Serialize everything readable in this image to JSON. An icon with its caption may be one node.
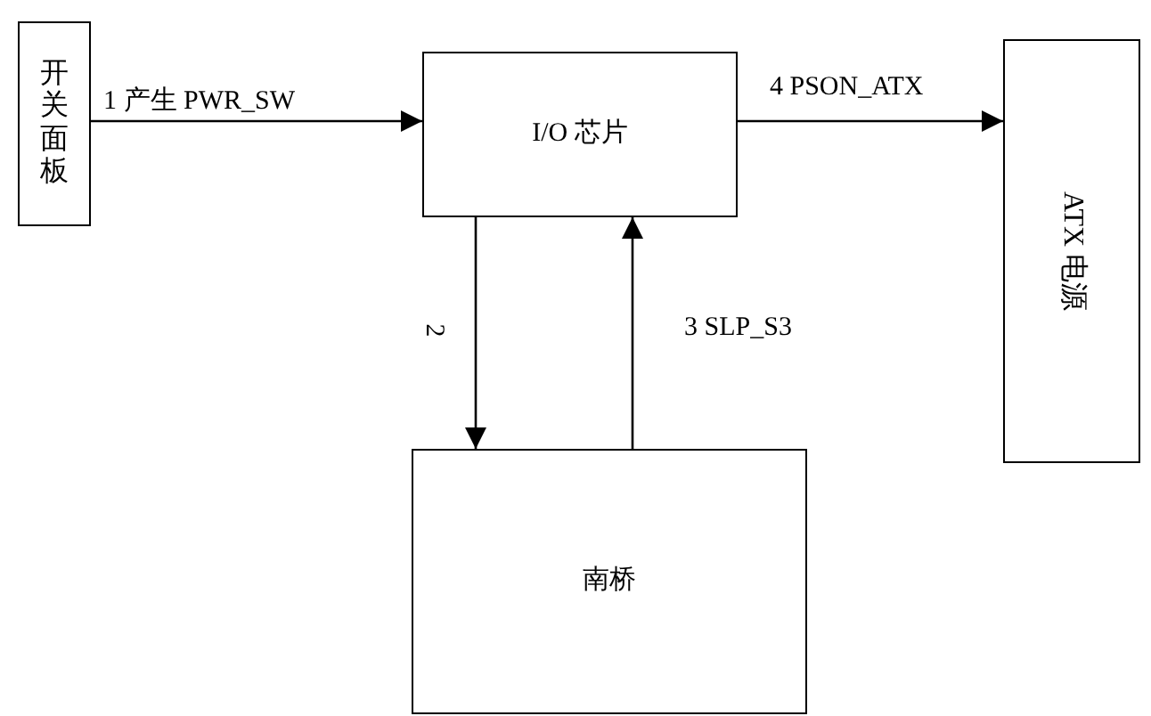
{
  "diagram": {
    "nodes": [
      {
        "text": [
          "开关面板"
        ]
      },
      {
        "text": [
          "I/O 芯片"
        ]
      },
      {
        "text": [
          "ATX 电源"
        ]
      },
      {
        "text": [
          "南桥"
        ]
      }
    ],
    "edges": [
      {
        "from": 0,
        "to": 1,
        "arrow": "to",
        "label": "1 产生 PWR_SW"
      },
      {
        "from": 1,
        "to": 3,
        "arrow": "to",
        "label": "2"
      },
      {
        "from": 3,
        "to": 1,
        "arrow": "to",
        "label": "3 SLP_S3"
      },
      {
        "from": 1,
        "to": 2,
        "arrow": "to",
        "label": "4 PSON_ATX"
      }
    ]
  }
}
